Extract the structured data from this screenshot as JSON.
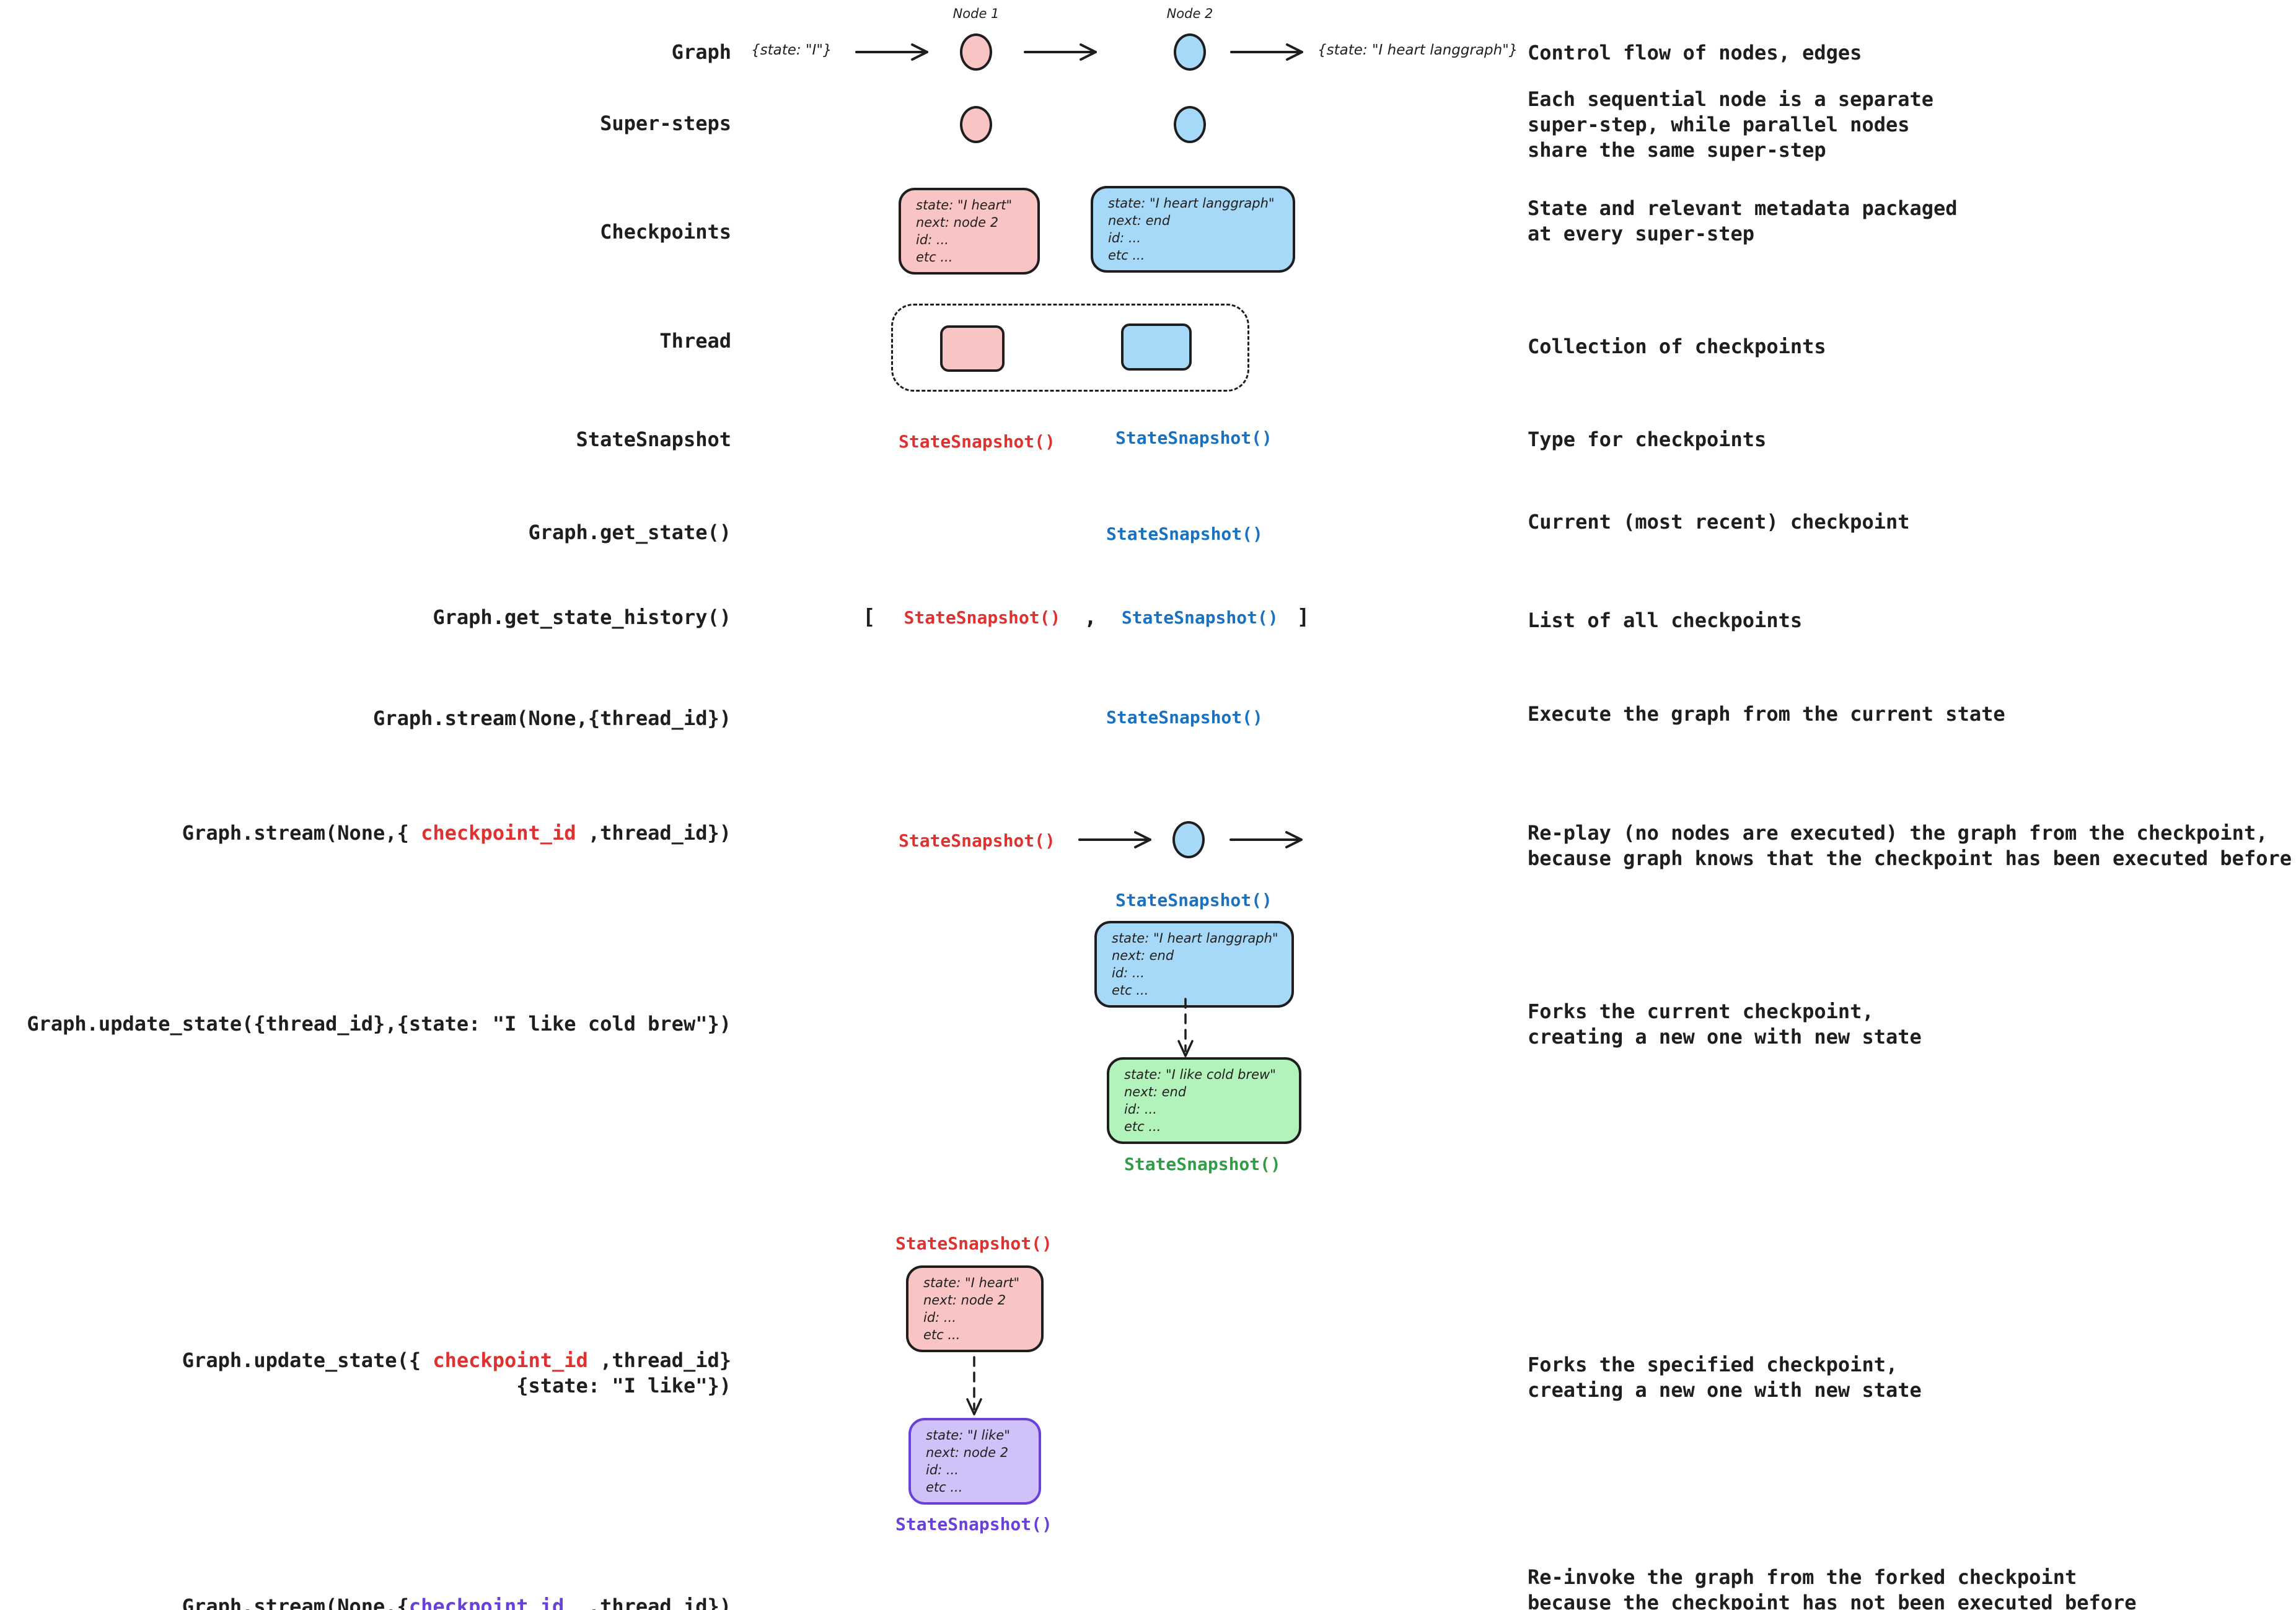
{
  "colors": {
    "ink": "#1e1e1e",
    "pink_fill": "#f9c4c4",
    "blue_fill": "#a6d9f7",
    "green_fill": "#b2f2bb",
    "purple_fill": "#d0c1f9",
    "red_text": "#e03131",
    "blue_text": "#1971c2",
    "green_text": "#2f9e44",
    "purple_text": "#6741d9"
  },
  "tokens": {
    "state_snapshot": "StateSnapshot()",
    "bracket_open": "[",
    "comma": ",",
    "bracket_close": "]"
  },
  "rows": {
    "graph": {
      "label": "Graph",
      "state_in": "{state: \"I\"}",
      "node1_label": "Node 1",
      "node2_label": "Node 2",
      "state_out": "{state: \"I heart langgraph\"}",
      "desc": "Control flow of nodes, edges"
    },
    "supersteps": {
      "label": "Super-steps",
      "desc": "Each sequential node is a separate\nsuper-step, while parallel nodes\nshare the same super-step"
    },
    "checkpoints": {
      "label": "Checkpoints",
      "pink_box": "state: \"I heart\"\nnext: node 2\nid: ...\netc ...",
      "blue_box": "state: \"I heart langgraph\"\nnext: end\nid: ...\netc ...",
      "desc": "State and relevant metadata packaged\nat every super-step"
    },
    "thread": {
      "label": "Thread",
      "desc": "Collection of checkpoints"
    },
    "statesnapshot": {
      "label": "StateSnapshot",
      "desc": "Type for checkpoints"
    },
    "get_state": {
      "label": "Graph.get_state()",
      "desc": "Current (most recent) checkpoint"
    },
    "get_state_history": {
      "label": "Graph.get_state_history()",
      "desc": "List of all checkpoints"
    },
    "stream_thread": {
      "label": "Graph.stream(None,{thread_id})",
      "desc": "Execute the graph from the current state"
    },
    "stream_checkpoint": {
      "label_pre": "Graph.stream(None,{ ",
      "label_highlight": "checkpoint_id",
      "label_post": " ,thread_id})",
      "desc": "Re-play (no nodes are executed) the graph from the checkpoint,\nbecause graph knows that the checkpoint has been executed before"
    },
    "update_state_thread": {
      "label": "Graph.update_state({thread_id},{state: \"I like cold brew\"})",
      "blue_box": "state: \"I heart langgraph\"\nnext: end\nid: ...\netc ...",
      "green_box": "state: \"I like cold brew\"\nnext: end\nid: ...\netc ...",
      "desc": "Forks the current checkpoint,\ncreating a new one with new state"
    },
    "update_state_checkpoint": {
      "label_pre": "Graph.update_state({ ",
      "label_highlight": "checkpoint_id",
      "label_post": " ,thread_id}",
      "label_line2": "{state: \"I like\"})",
      "pink_box": "state: \"I heart\"\nnext: node 2\nid: ...\netc ...",
      "purple_box": "state: \"I like\"\nnext: node 2\nid: ...\netc ...",
      "desc": "Forks the specified checkpoint,\ncreating a new one with new state"
    },
    "stream_forked": {
      "label_pre": "Graph.stream(None,{",
      "label_highlight": "checkpoint_id",
      "label_post": "  ,thread_id})",
      "desc": "Re-invoke the graph from the forked checkpoint\nbecause the checkpoint has not been executed before"
    }
  }
}
